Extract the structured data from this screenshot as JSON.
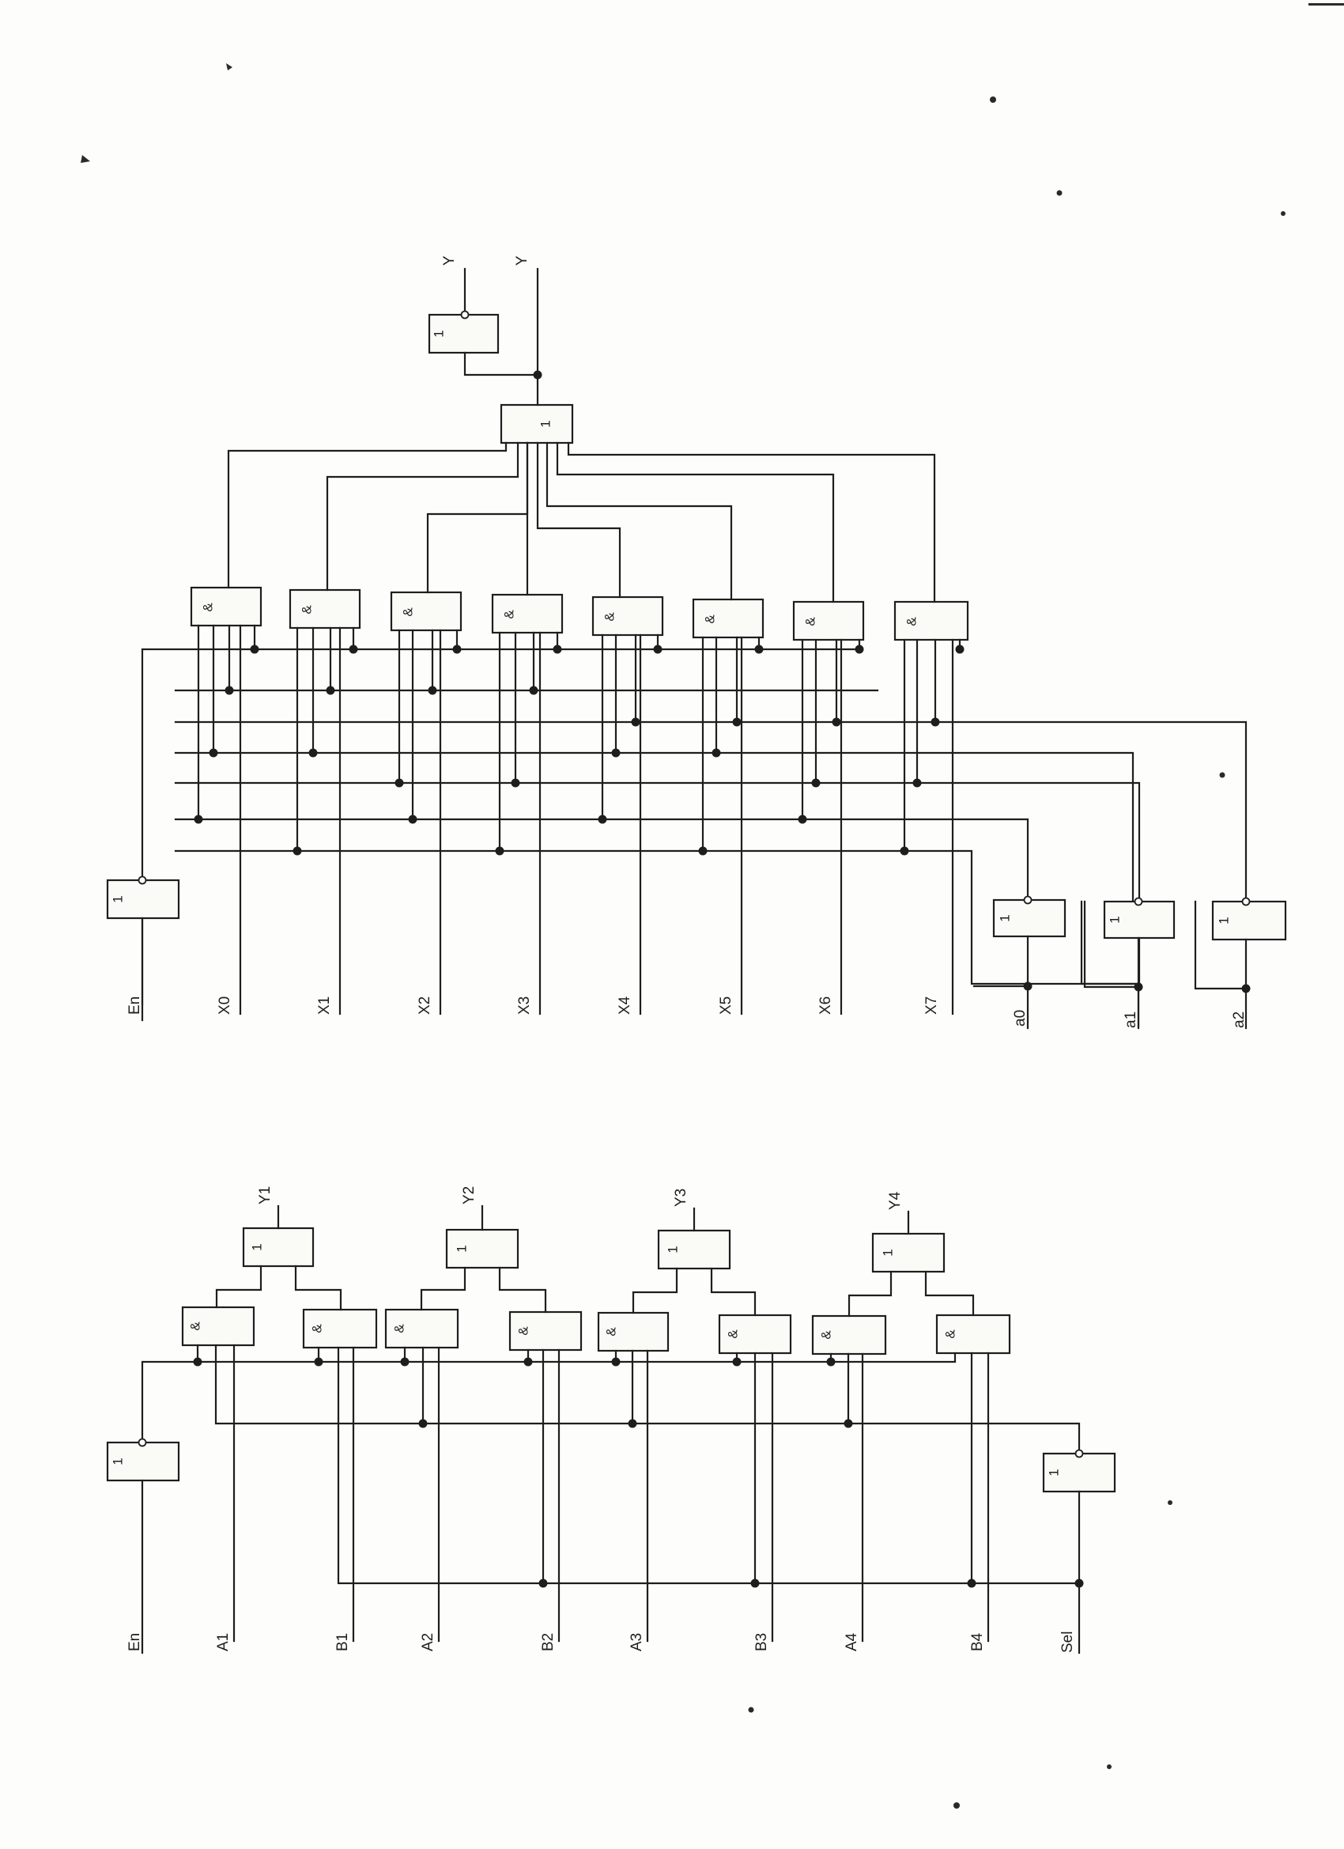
{
  "mux8": {
    "inputs": [
      "En",
      "X0",
      "X1",
      "X2",
      "X3",
      "X4",
      "X5",
      "X6",
      "X7",
      "a0",
      "a1",
      "a2"
    ],
    "outputs": [
      "Y",
      "Y"
    ],
    "and_symbol": "&",
    "or_symbol": "1",
    "not_symbol": "1"
  },
  "mux2x4": {
    "inputs": [
      "En",
      "A1",
      "B1",
      "A2",
      "B2",
      "A3",
      "B3",
      "A4",
      "B4",
      "Sel"
    ],
    "outputs": [
      "Y1",
      "Y2",
      "Y3",
      "Y4"
    ],
    "and_symbol": "&",
    "or_symbol": "1",
    "not_symbol": "1"
  },
  "colors": {
    "ink": "#1e1e1e",
    "paper": "#fdfdfb"
  }
}
